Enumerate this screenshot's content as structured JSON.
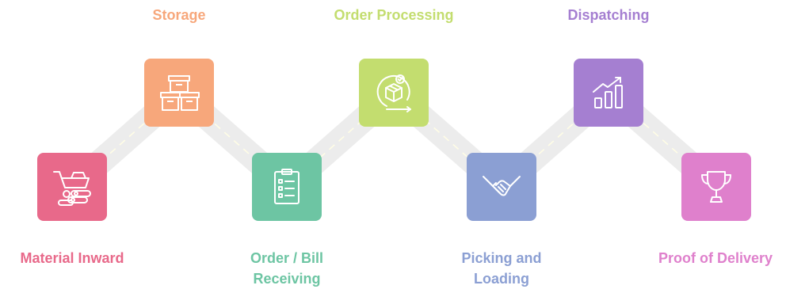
{
  "process": {
    "steps": [
      {
        "label": "Material Inward",
        "color": "#e8698a",
        "icon": "wheelbarrow-logs-icon"
      },
      {
        "label": "Storage",
        "color": "#f7a77b",
        "icon": "stacked-boxes-icon"
      },
      {
        "label": "Order / Bill Receiving",
        "color": "#6dc5a3",
        "icon": "clipboard-checklist-icon"
      },
      {
        "label": "Order Processing",
        "color": "#c3dd6f",
        "icon": "package-cycle-icon"
      },
      {
        "label": "Picking and Loading",
        "color": "#8b9fd3",
        "icon": "handshake-icon"
      },
      {
        "label": "Dispatching",
        "color": "#a57fd1",
        "icon": "bar-chart-growth-icon"
      },
      {
        "label": "Proof of Delivery",
        "color": "#df80cc",
        "icon": "trophy-icon"
      }
    ]
  }
}
